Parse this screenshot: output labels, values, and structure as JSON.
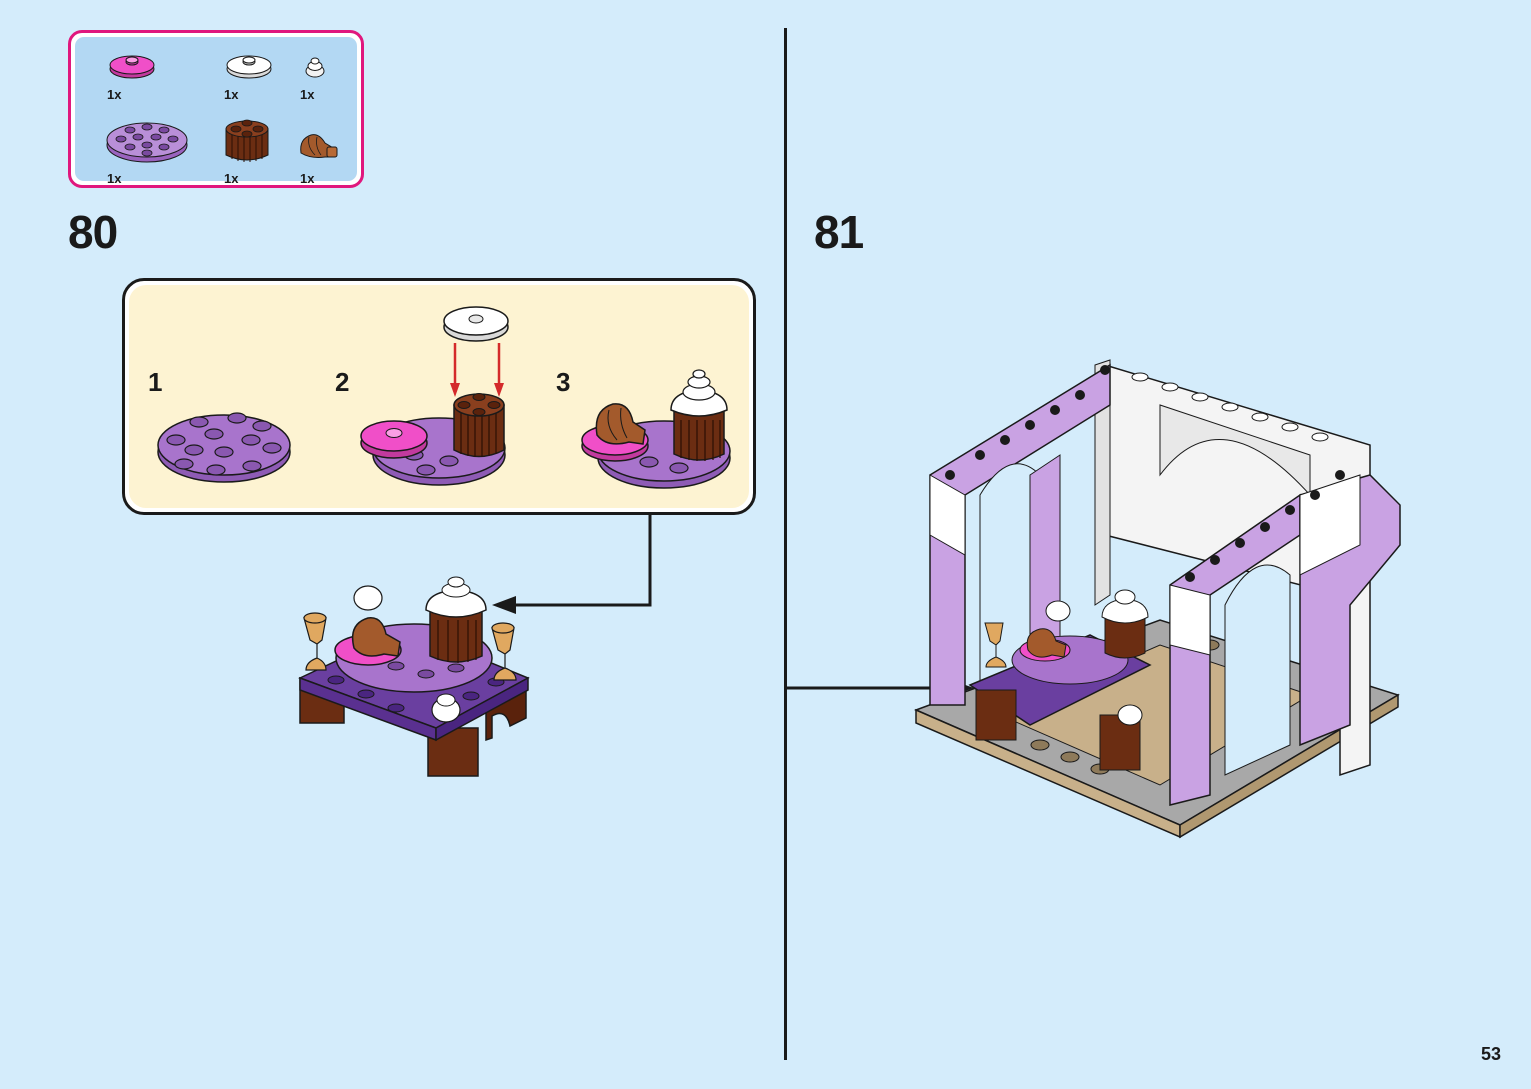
{
  "page": {
    "page_number": "53",
    "background_color": "#d4ecfb"
  },
  "parts_list": {
    "border_color": "#e0177d",
    "fill_color": "#b3d8f3",
    "items": [
      {
        "name": "pink-round-tile-2x2-with-stud",
        "color": "#f04fc8",
        "quantity": "1x"
      },
      {
        "name": "white-round-tile-2x2-with-stud",
        "color": "#ffffff",
        "quantity": "1x"
      },
      {
        "name": "white-swirl-cone",
        "color": "#ffffff",
        "quantity": "1x"
      },
      {
        "name": "lavender-round-plate-4x4",
        "color": "#b17fd3",
        "quantity": "1x"
      },
      {
        "name": "brown-round-brick-2x2-grooved",
        "color": "#6b2d12",
        "quantity": "1x"
      },
      {
        "name": "croissant",
        "color": "#a35a2c",
        "quantity": "1x"
      }
    ]
  },
  "steps": [
    {
      "number": "80",
      "substeps": [
        {
          "number": "1",
          "description": "Lavender round plate 4x4"
        },
        {
          "number": "2",
          "description": "Attach pink round tile and brown grooved round brick; place white round tile on top"
        },
        {
          "number": "3",
          "description": "Add croissant and white swirl cone"
        }
      ],
      "result": "Purple table with goblets, cupcakes and croissant plate"
    },
    {
      "number": "81",
      "result": "Place table inside lavender and white arched pavilion on tan base"
    }
  ],
  "colors": {
    "ink": "#1a1a1a",
    "substep_box_fill": "#fdf3d2",
    "arrow_red": "#d42a2a",
    "lavender": "#c9a2e3",
    "dark_purple": "#6a3fa0",
    "brown": "#6b2d12",
    "tan": "#c8b08a",
    "gray": "#a8a8a8",
    "pink": "#f04fc8",
    "gold": "#e0a860"
  }
}
